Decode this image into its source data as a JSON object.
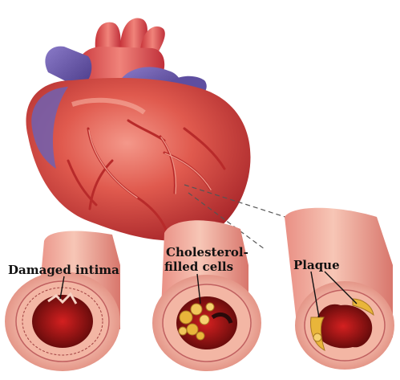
{
  "figure": {
    "labels": {
      "damaged_intima": "Damaged intima",
      "cholesterol_line1": "Cholesterol-",
      "cholesterol_line2": "filled cells",
      "plaque": "Plaque"
    },
    "colors": {
      "heart_red": "#d8453f",
      "heart_highlight": "#f08a7e",
      "vein_blue": "#6b5aa8",
      "artery_wall": "#f2b6a6",
      "lumen_dark": "#7a1010",
      "plaque_yellow": "#e9b53a",
      "background": "#ffffff"
    }
  }
}
